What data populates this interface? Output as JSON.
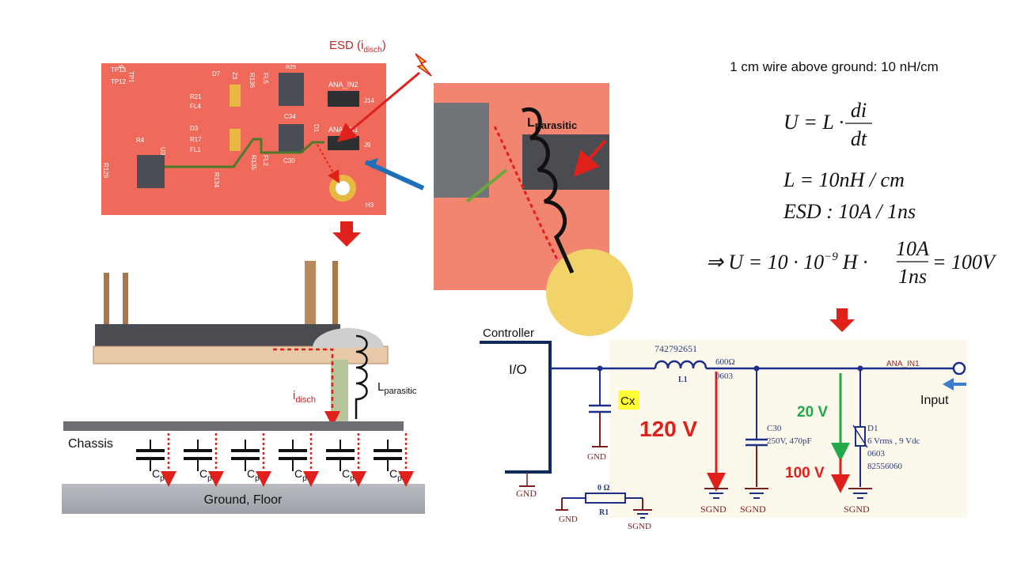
{
  "pcb": {
    "esd_label": "ESD (i",
    "esd_sub": "disch",
    "esd_close": ")",
    "labels": [
      "TP13",
      "TP12",
      "TP1",
      "D7",
      "R21",
      "FL4",
      "D3",
      "R17",
      "FL1",
      "R4",
      "U3",
      "R129",
      "R134",
      "R136",
      "FL5",
      "R135",
      "FL2",
      "C34",
      "C30",
      "D1",
      "ANA_IN2",
      "ANA_IN1",
      "J14",
      "J9",
      "H3",
      "R25",
      "Z3",
      "9"
    ]
  },
  "zoom_view": {
    "l_label": "L",
    "l_sub": "parasitic"
  },
  "side_view": {
    "i_label": "i",
    "i_sub": "disch",
    "l_label": "L",
    "l_sub": "parasitic",
    "chassis": "Chassis",
    "cp_label": "C",
    "cp_sub": "p",
    "ground": "Ground, Floor"
  },
  "formulas": {
    "wire_note": "1 cm wire above ground: 10 nH/cm",
    "eq1_lhs": "U = L ·",
    "eq1_num": "di",
    "eq1_den": "dt",
    "eq2": "L = 10nH / cm",
    "eq3": "ESD : 10A / 1ns",
    "eq4_lhs": "⇒ U = 10 · 10",
    "eq4_exp": "−9",
    "eq4_mid": "H ·",
    "eq4_num": "10A",
    "eq4_den": "1ns",
    "eq4_rhs": "= 100V"
  },
  "schematic": {
    "controller": "Controller",
    "io": "I/O",
    "inductor_part": "742792651",
    "inductor_ref": "L1",
    "inductor_imp": "600Ω",
    "inductor_pkg": "0603",
    "cx": "Cx",
    "v120": "120 V",
    "v20": "20 V",
    "v100": "100 V",
    "c30_ref": "C30",
    "c30_val": "250V, 470pF",
    "d1_ref": "D1",
    "d1_val": "6 Vrms , 9 Vdc",
    "d1_pkg": "0603",
    "d1_part": "82556060",
    "net": "ANA_IN1",
    "input": "Input",
    "gnd": "GND",
    "sgnd": "SGND",
    "r1_val": "0 Ω",
    "r1_ref": "R1"
  },
  "colors": {
    "red": "#e0201a",
    "blue": "#1f5fa8",
    "green": "#22a84a",
    "pcb": "#f06a5c",
    "navy": "#0f2a5a",
    "wire": "#1c2f8a"
  }
}
